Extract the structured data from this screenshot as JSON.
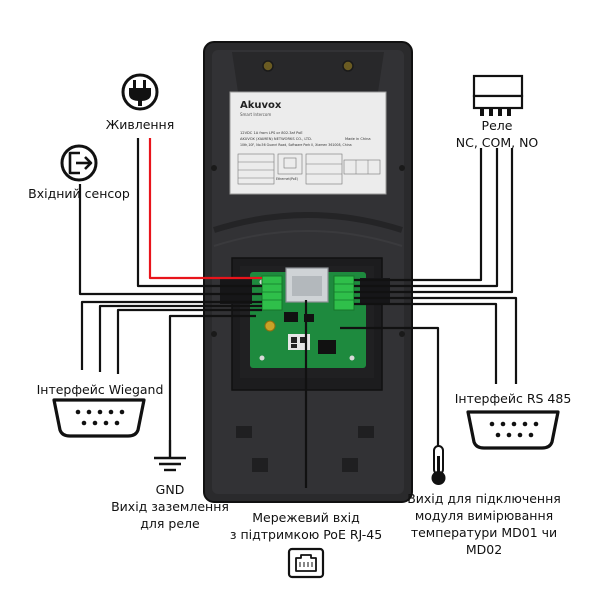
{
  "device": {
    "brand": "Akuvox",
    "brand_tagline": "Smart Intercom",
    "sticker_line1": "12VDC 1A from LPS or 802.3af PoE",
    "sticker_line2": "AKUVOX (XIAMEN) NETWORKS CO., LTD.",
    "sticker_line3": "10th,10F, No.56 Guanri Road, Software Park II, Xiamen 361008, China",
    "made_in": "Made in China",
    "port_label": "Ethernet(PoE)"
  },
  "labels": {
    "power": "Живлення",
    "input_sensor": "Вхідний сенсор",
    "relay_line1": "Реле",
    "relay_line2": "NC, COM, NO",
    "wiegand": "Інтерфейс Wiegand",
    "rs485": "Інтерфейс RS 485",
    "gnd": "GND",
    "relay_ground_line1": "Вихід заземлення",
    "relay_ground_line2": "для реле",
    "network_line1": "Мережевий вхід",
    "network_line2": "з підтримкою PoE RJ-45",
    "temp_line1": "Вихід для підключення",
    "temp_line2": "модуля вимірювання",
    "temp_line3": "температури MD01 чи",
    "temp_line4": "MD02"
  },
  "colors": {
    "wire": "#111111",
    "power_wire": "#e8141b",
    "device_body": "#2a2a2c",
    "pcb": "#1e8a3e",
    "terminal": "#2fbf4a"
  },
  "icons": {
    "power": "power-plug-icon",
    "sensor": "exit-door-icon",
    "relay": "relay-icon",
    "wiegand": "db9-connector-icon",
    "rs485": "db9-connector-icon",
    "ground": "ground-icon",
    "network": "rj45-port-icon",
    "temperature": "thermometer-icon"
  }
}
